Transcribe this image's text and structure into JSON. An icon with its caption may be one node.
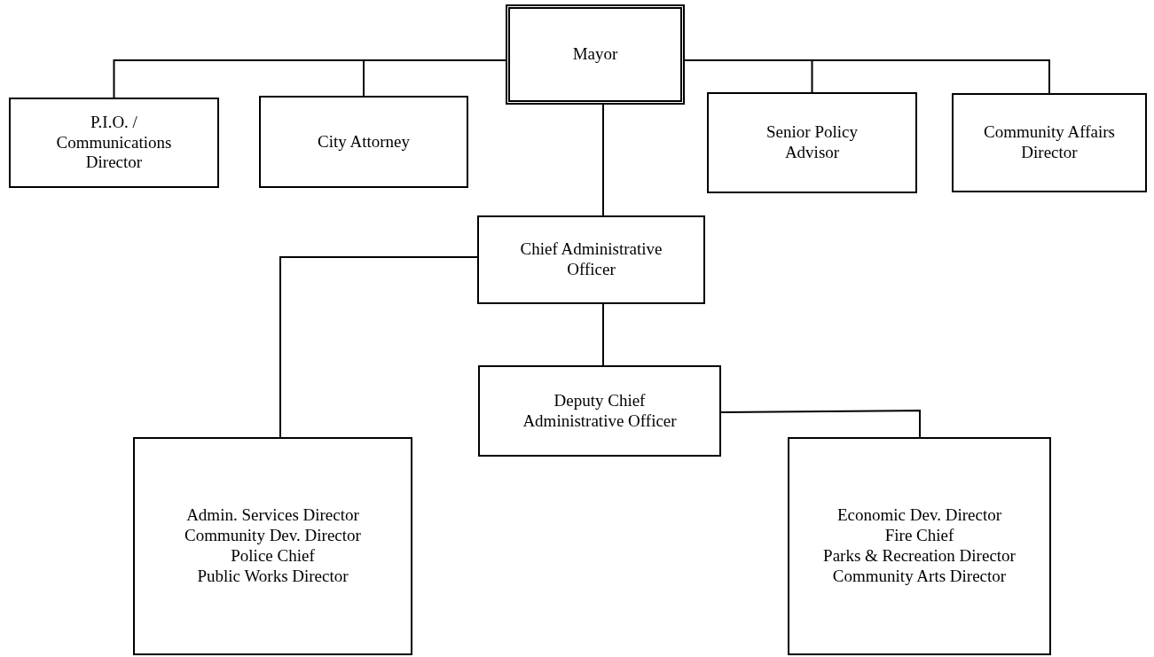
{
  "diagram": {
    "nodes": [
      {
        "text": [
          "Mayor"
        ]
      },
      {
        "text": [
          "P.I.O. / Communications Director"
        ]
      },
      {
        "text": [
          "City Attorney"
        ]
      },
      {
        "text": [
          "Senior Policy Advisor"
        ]
      },
      {
        "text": [
          "Community Affairs Director"
        ]
      },
      {
        "text": [
          "Chief Administrative Officer"
        ]
      },
      {
        "text": [
          "Deputy Chief Administrative Officer"
        ]
      },
      {
        "text": [
          "Admin. Services Director",
          "Community Dev. Director",
          "Police Chief",
          "Public Works Director"
        ]
      },
      {
        "text": [
          "Economic Dev. Director",
          "Fire Chief",
          "Parks & Recreation Director",
          "Community Arts Director"
        ]
      }
    ],
    "edges": [
      {
        "from": 0,
        "to": 1,
        "arrow": "none"
      },
      {
        "from": 0,
        "to": 2,
        "arrow": "none"
      },
      {
        "from": 0,
        "to": 3,
        "arrow": "none"
      },
      {
        "from": 0,
        "to": 4,
        "arrow": "none"
      },
      {
        "from": 0,
        "to": 5,
        "arrow": "none"
      },
      {
        "from": 5,
        "to": 6,
        "arrow": "none"
      },
      {
        "from": 5,
        "to": 7,
        "arrow": "none"
      },
      {
        "from": 6,
        "to": 8,
        "arrow": "none"
      }
    ]
  }
}
